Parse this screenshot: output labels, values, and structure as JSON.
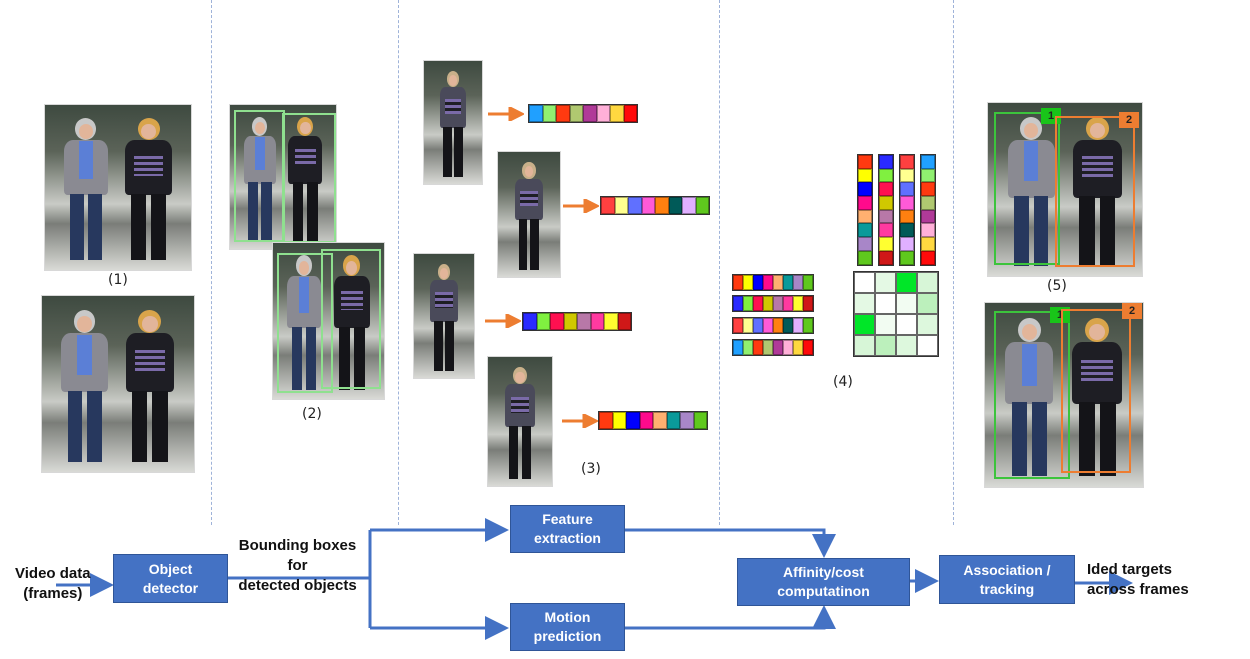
{
  "stages": {
    "s1": "(1)",
    "s2": "(2)",
    "s3": "(3)",
    "s4": "(4)",
    "s5": "(5)"
  },
  "pipeline": {
    "input_label": "Video data\n(frames)",
    "object_detector": "Object\ndetector",
    "bbox_label": "Bounding boxes\nfor\ndetected objects",
    "feature_extraction": "Feature\nextraction",
    "motion_prediction": "Motion\nprediction",
    "affinity": "Affinity/cost\ncomputatinon",
    "association": "Association /\ntracking",
    "output_label": "Ided targets\n across frames"
  },
  "track_ids": [
    "1",
    "2"
  ],
  "colors": {
    "flow_blue": "#4472c4",
    "arrow_orange": "#ed7d31",
    "bbox_green": "#3cc43c",
    "bbox_orange": "#ed7d31",
    "detection_green": "#8fe08f"
  },
  "feature_vectors": [
    [
      "#ff3a10",
      "#ffff00",
      "#0000ff",
      "#ff0a8c",
      "#ffb070",
      "#0a9a9a",
      "#a886c8",
      "#5fc81e"
    ],
    [
      "#2a2aff",
      "#80f040",
      "#ff1050",
      "#d0c800",
      "#b878a8",
      "#ff3aa0",
      "#ffff30",
      "#d01818"
    ],
    [
      "#ff4040",
      "#ffff90",
      "#6070ff",
      "#ff5ad8",
      "#ff8010",
      "#005a58",
      "#e0b0ff",
      "#5fc81e"
    ],
    [
      "#20a0ff",
      "#90f070",
      "#ff3a10",
      "#b0c870",
      "#b03a98",
      "#ffb0d8",
      "#ffd840",
      "#ff0a0a"
    ]
  ],
  "affinity_matrix": [
    [
      0.0,
      0.2,
      1.0,
      0.3
    ],
    [
      0.2,
      0.0,
      0.1,
      0.5
    ],
    [
      1.0,
      0.1,
      0.0,
      0.25
    ],
    [
      0.3,
      0.5,
      0.25,
      0.0
    ]
  ]
}
